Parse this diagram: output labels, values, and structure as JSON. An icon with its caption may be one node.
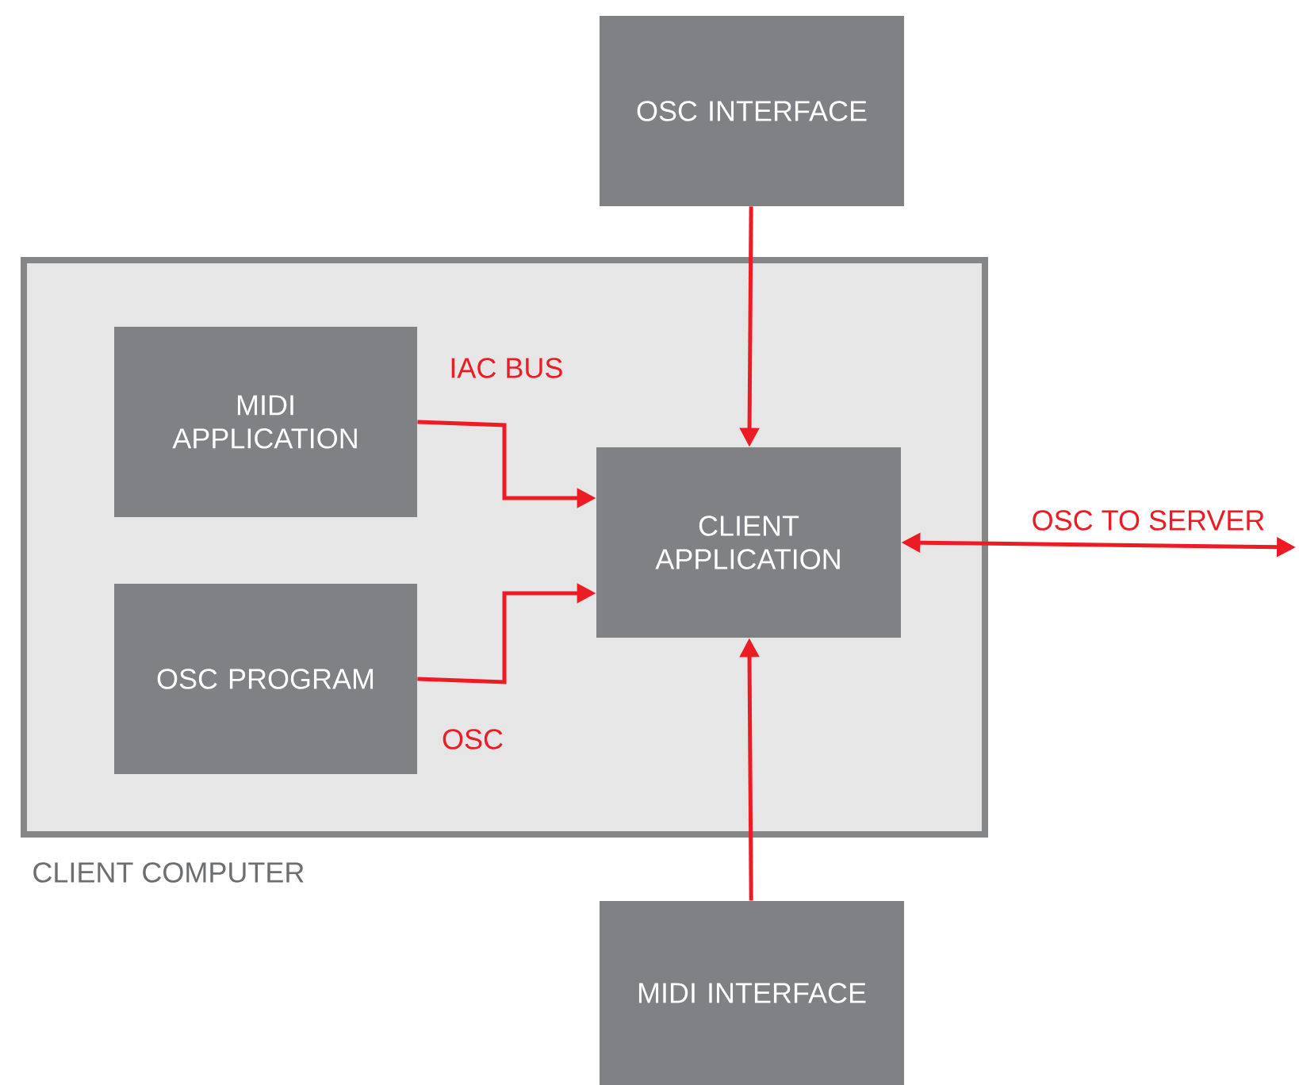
{
  "diagram": {
    "nodes": [
      {
        "text": [
          "CLIENT COMPUTER"
        ]
      },
      {
        "text": [
          "OSC INTERFACE"
        ]
      },
      {
        "text": [
          "MIDI APPLICATION"
        ],
        "in": 0
      },
      {
        "text": [
          "CLIENT APPLICATION"
        ],
        "in": 0
      },
      {
        "text": [
          "OSC PROGRAM"
        ],
        "in": 0
      },
      {
        "text": [
          "MIDI INTERFACE"
        ]
      }
    ],
    "edges": [
      {
        "from": 1,
        "to": 3,
        "arrow": "to"
      },
      {
        "from": 2,
        "to": 3,
        "arrow": "to",
        "label": "IAC BUS"
      },
      {
        "from": 4,
        "to": 3,
        "arrow": "to",
        "label": "OSC"
      },
      {
        "from": 3,
        "to": null,
        "arrow": "both",
        "label": "OSC TO SERVER"
      },
      {
        "from": 5,
        "to": 3,
        "arrow": "to"
      }
    ]
  }
}
